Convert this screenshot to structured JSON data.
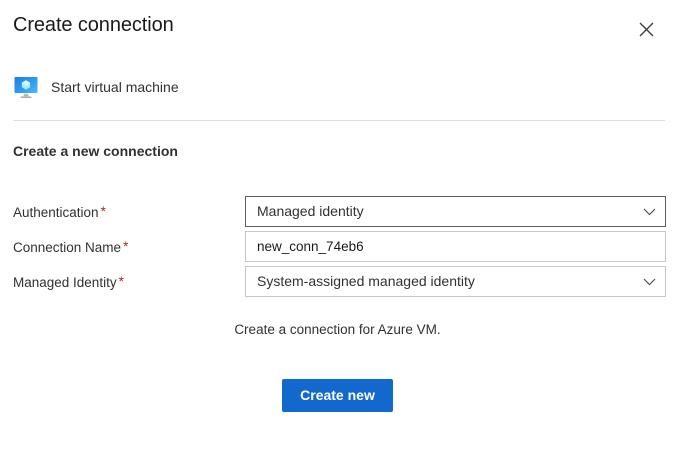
{
  "panel": {
    "title": "Create connection",
    "close_icon": "close-icon"
  },
  "resource": {
    "icon": "virtual-machine-icon",
    "label": "Start virtual machine"
  },
  "section": {
    "heading": "Create a new connection"
  },
  "form": {
    "required_marker": "*",
    "fields": [
      {
        "label": "Authentication",
        "required": "*",
        "type": "dropdown",
        "value": "Managed identity",
        "chevron_icon": "chevron-down-icon"
      },
      {
        "label": "Connection Name",
        "required": "*",
        "type": "textbox",
        "value": "new_conn_74eb6",
        "placeholder": ""
      },
      {
        "label": "Managed Identity",
        "required": "*",
        "type": "dropdown",
        "value": "System-assigned managed identity",
        "chevron_icon": "chevron-down-icon"
      }
    ]
  },
  "description": "Create a connection for Azure VM.",
  "actions": {
    "primary_label": "Create new"
  },
  "colors": {
    "accent": "#1368ce",
    "required": "#a4262c",
    "text": "#323130",
    "border_focus": "#605e5c",
    "border_rest": "#c8c6c4",
    "divider": "#e1dfdd"
  }
}
